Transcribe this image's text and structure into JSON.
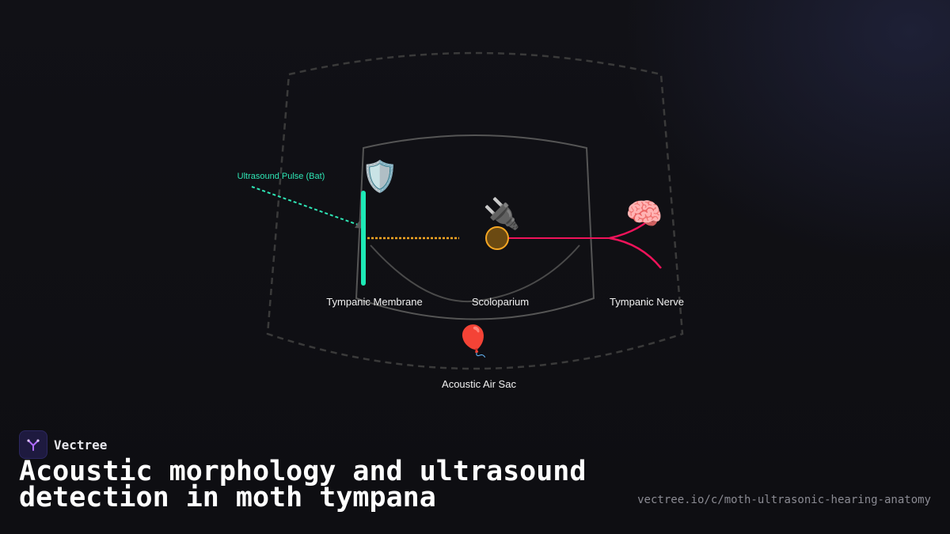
{
  "brand": {
    "name": "Vectree",
    "logo_icon": "branching-tree-icon"
  },
  "title": "Acoustic morphology and ultrasound detection in moth tympana",
  "url": "vectree.io/c/moth-ultrasonic-hearing-anatomy",
  "diagram": {
    "pulse_label": "Ultrasound Pulse (Bat)",
    "labels": {
      "tympanic_membrane": "Tympanic Membrane",
      "scoloparium": "Scoloparium",
      "tympanic_nerve": "Tympanic Nerve",
      "air_sac": "Acoustic Air Sac"
    },
    "icons": {
      "membrane": "🛡️",
      "scoloparium": "🔌",
      "nerve": "🧠",
      "air_sac": "🎈"
    },
    "colors": {
      "membrane": "#1de9b6",
      "pulse": "#2ee6b5",
      "transmission": "#f5a623",
      "receptor_fill": "#6b4a12",
      "receptor_stroke": "#f5a623",
      "nerve": "#f0135a",
      "outline": "#555555",
      "frame": "#3a3a3a"
    }
  }
}
